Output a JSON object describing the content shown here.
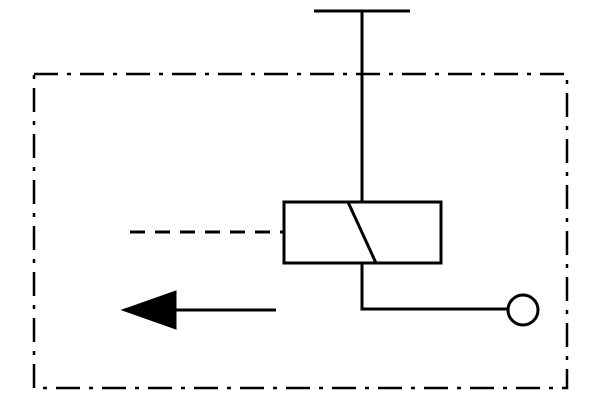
{
  "diagram": {
    "type": "electrical-relay-schematic",
    "colors": {
      "background": "#ffffff",
      "stroke": "#000000"
    },
    "enclosure": {
      "line_style": "dash-dot"
    },
    "elements": [
      "top-terminal-bar",
      "vertical-conductor",
      "relay-coil-box",
      "contact-diagonal",
      "mechanical-link-dashed-line",
      "output-conductor",
      "terminal-circle",
      "direction-arrow-left"
    ]
  }
}
